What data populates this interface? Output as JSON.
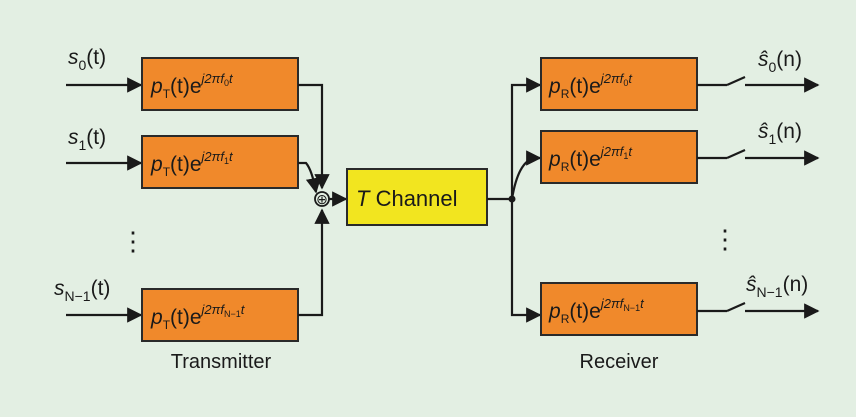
{
  "transmitter": {
    "inputs": [
      {
        "base": "s",
        "sub": "0",
        "suffix": "(t)"
      },
      {
        "base": "s",
        "sub": "1",
        "suffix": "(t)"
      },
      {
        "base": "s",
        "sub": "N−1",
        "suffix": "(t)"
      }
    ],
    "blocks": [
      {
        "pre": "p",
        "psub": "T",
        "mid": "(t)e",
        "sup": "j2πf",
        "supsub": "0",
        "suptail": "t"
      },
      {
        "pre": "p",
        "psub": "T",
        "mid": "(t)e",
        "sup": "j2πf",
        "supsub": "1",
        "suptail": "t"
      },
      {
        "pre": "p",
        "psub": "T",
        "mid": "(t)e",
        "sup": "j2πf",
        "supsub": "N−1",
        "suptail": "t"
      }
    ],
    "caption": "Transmitter",
    "ellipsis": "⋮"
  },
  "channel": {
    "italic": "T",
    "text": " Channel"
  },
  "receiver": {
    "blocks": [
      {
        "pre": "p",
        "psub": "R",
        "mid": "(t)e",
        "sup": "j2πf",
        "supsub": "0",
        "suptail": "t"
      },
      {
        "pre": "p",
        "psub": "R",
        "mid": "(t)e",
        "sup": "j2πf",
        "supsub": "1",
        "suptail": "t"
      },
      {
        "pre": "p",
        "psub": "R",
        "mid": "(t)e",
        "sup": "j2πf",
        "supsub": "N−1",
        "suptail": "t"
      }
    ],
    "outputs": [
      {
        "base": "ŝ",
        "sub": "0",
        "suffix": "(n)"
      },
      {
        "base": "ŝ",
        "sub": "1",
        "suffix": "(n)"
      },
      {
        "base": "ŝ",
        "sub": "N−1",
        "suffix": "(n)"
      }
    ],
    "caption": "Receiver",
    "ellipsis": "⋮"
  },
  "adder_symbol": "⊕",
  "colors": {
    "background": "#e3efe3",
    "filter_block": "#f0892b",
    "channel_block": "#f2e51f",
    "line": "#1a1a1a"
  }
}
